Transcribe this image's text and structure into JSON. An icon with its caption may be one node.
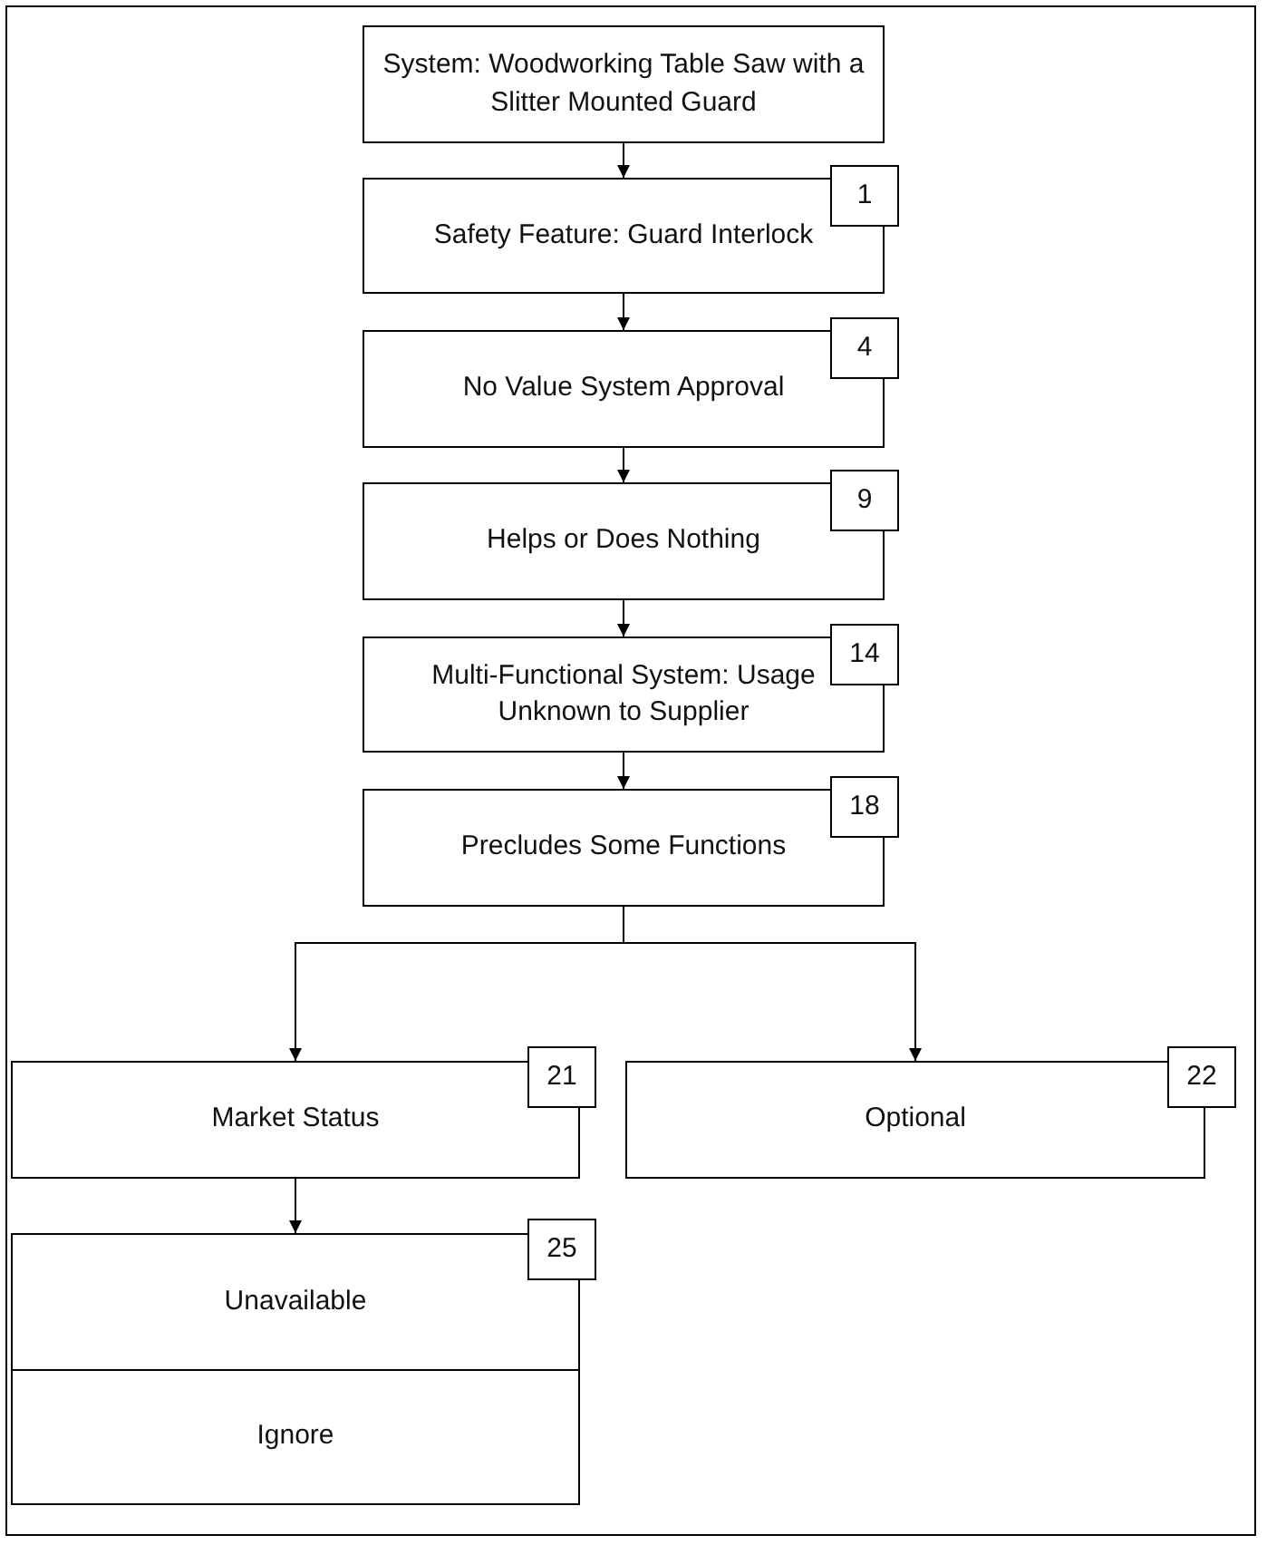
{
  "diagram": {
    "nodes": [
      {
        "text": [
          "System: Woodworking Table Saw with a Slitter Mounted Guard"
        ]
      },
      {
        "text": [
          "Safety Feature: Guard Interlock"
        ]
      },
      {
        "text": [
          "1"
        ]
      },
      {
        "text": [
          "No Value System Approval"
        ]
      },
      {
        "text": [
          "4"
        ]
      },
      {
        "text": [
          "Helps or Does Nothing"
        ]
      },
      {
        "text": [
          "9"
        ]
      },
      {
        "text": [
          "Multi-Functional System: Usage Unknown to Supplier"
        ]
      },
      {
        "text": [
          "14"
        ]
      },
      {
        "text": [
          "Precludes Some Functions"
        ]
      },
      {
        "text": [
          "18"
        ]
      },
      {
        "text": [
          "Market Status"
        ]
      },
      {
        "text": [
          "21"
        ]
      },
      {
        "text": [
          "Optional"
        ]
      },
      {
        "text": [
          "22"
        ]
      },
      {
        "text": [
          "Unavailable",
          "Ignore"
        ]
      },
      {
        "text": [
          "25"
        ]
      }
    ],
    "edges": [
      {
        "from": 0,
        "to": 1,
        "arrow": "to"
      },
      {
        "from": 1,
        "to": 3,
        "arrow": "to"
      },
      {
        "from": 3,
        "to": 5,
        "arrow": "to"
      },
      {
        "from": 5,
        "to": 7,
        "arrow": "to"
      },
      {
        "from": 7,
        "to": 9,
        "arrow": "to"
      },
      {
        "from": 9,
        "to": 11,
        "arrow": "to"
      },
      {
        "from": 9,
        "to": 13,
        "arrow": "to"
      },
      {
        "from": 11,
        "to": 15,
        "arrow": "to"
      }
    ]
  }
}
